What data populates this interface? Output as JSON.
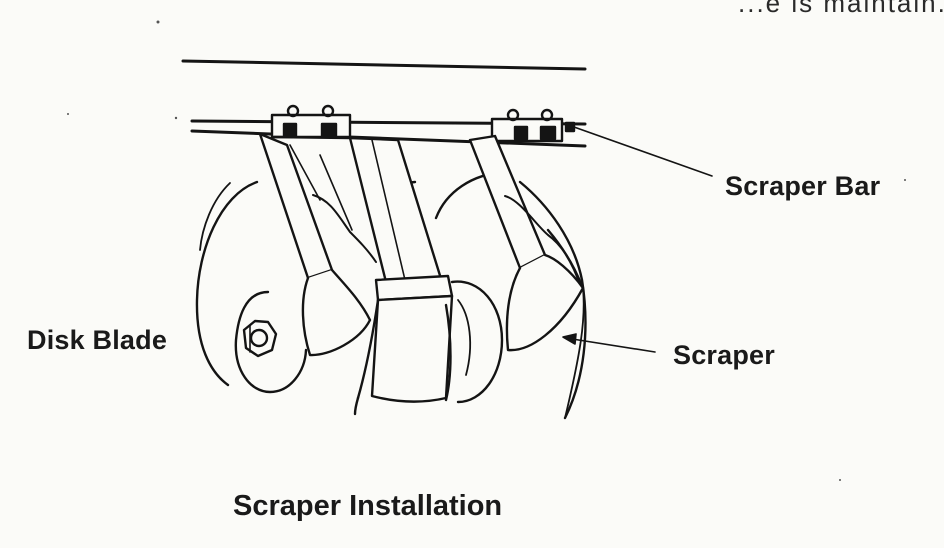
{
  "labels": {
    "scraper_bar": "Scraper Bar",
    "scraper": "Scraper",
    "disk_blade": "Disk Blade"
  },
  "caption": "Scraper Installation",
  "cutoff_text": "...e is maintain..."
}
